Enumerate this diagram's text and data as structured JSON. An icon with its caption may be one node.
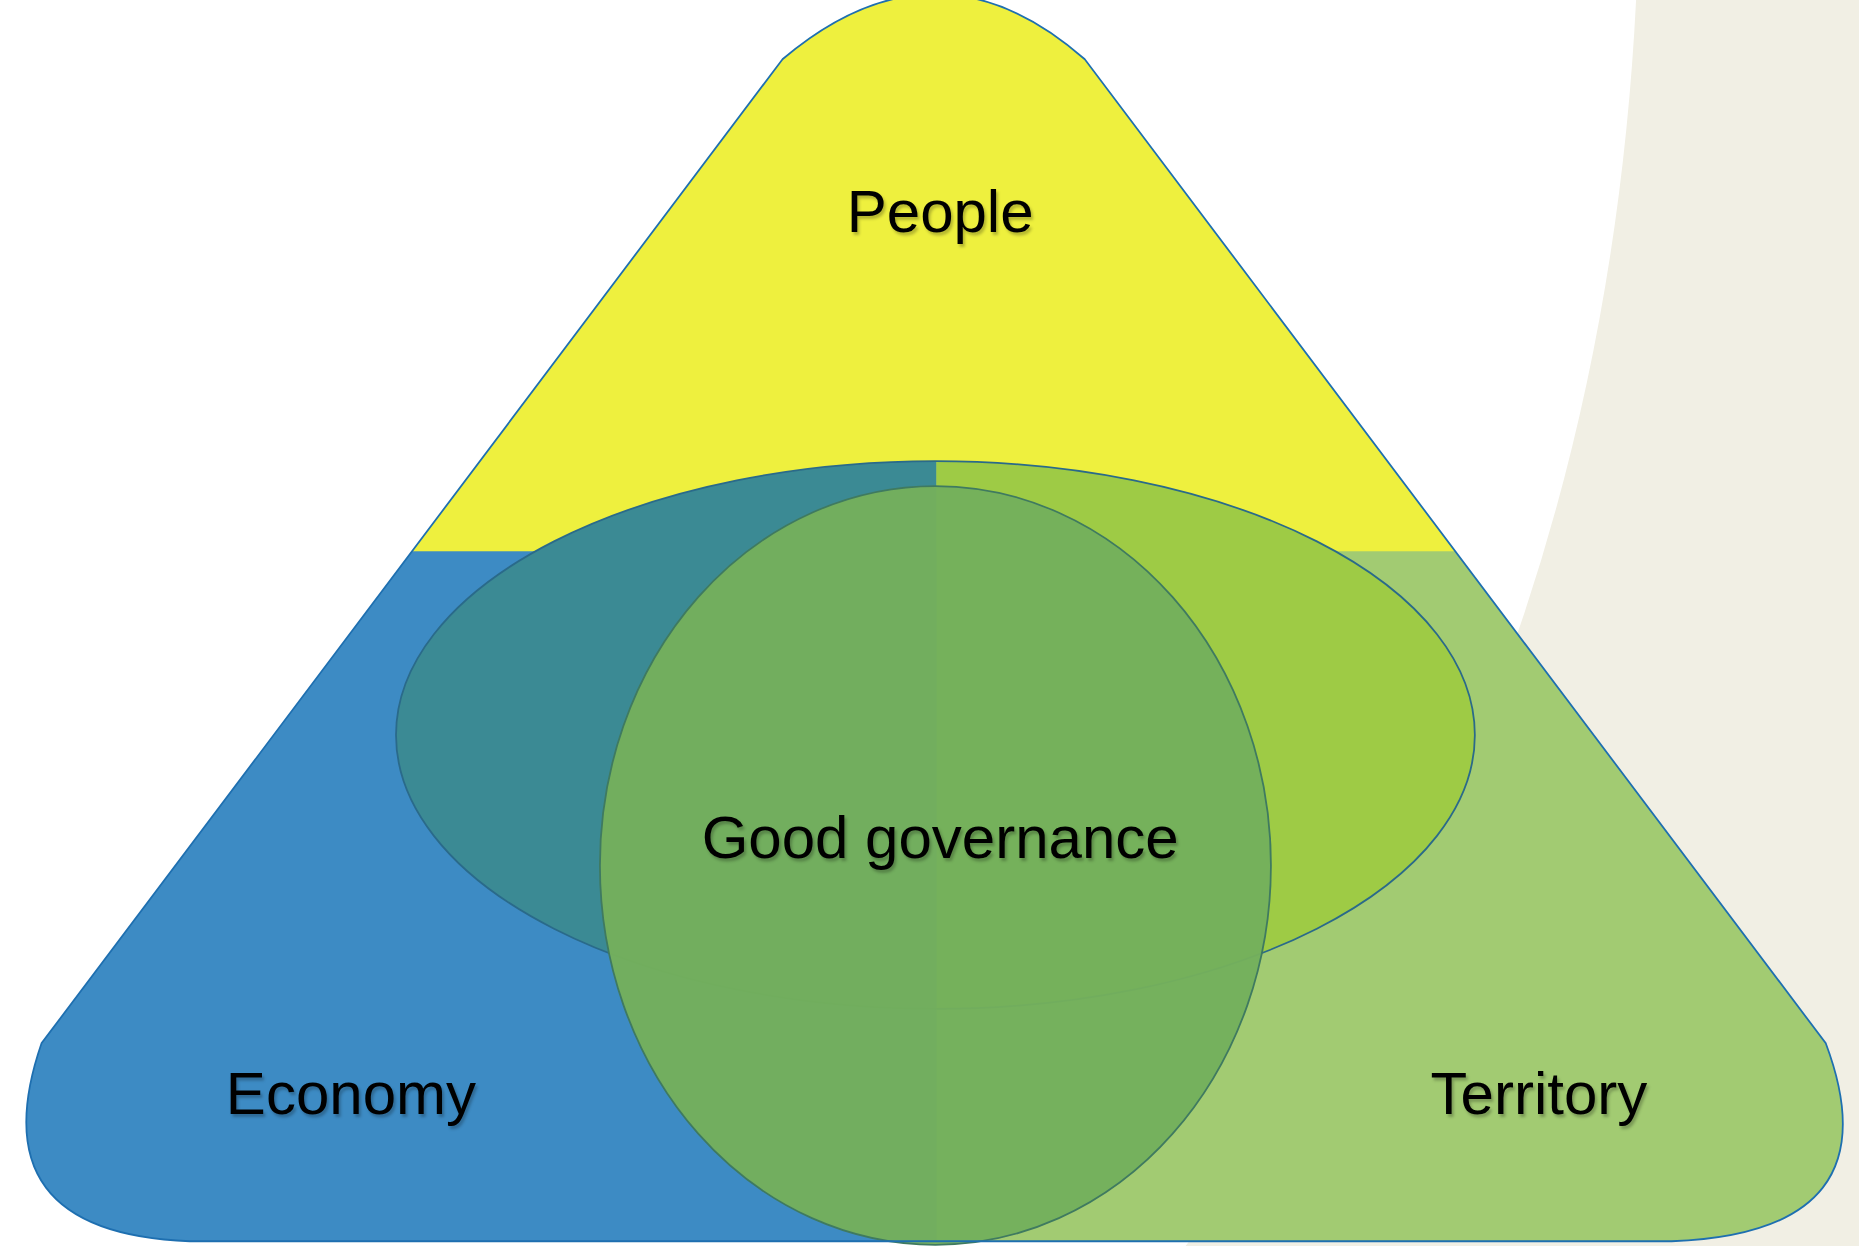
{
  "diagram": {
    "nodes": [
      {
        "text": [
          "People"
        ]
      },
      {
        "text": [
          "Good governance"
        ]
      },
      {
        "text": [
          "Economy"
        ]
      },
      {
        "text": [
          "Territory"
        ]
      }
    ],
    "edges": []
  }
}
